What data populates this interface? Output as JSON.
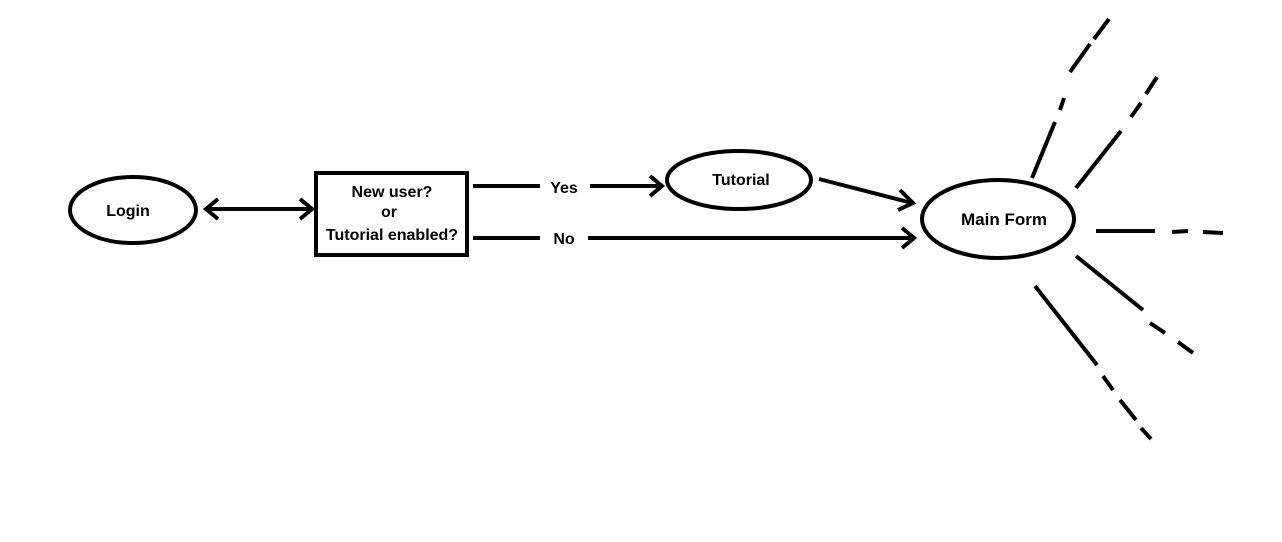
{
  "nodes": {
    "login": {
      "label": "Login"
    },
    "decision": {
      "line1": "New user?",
      "line2": "or",
      "line3": "Tutorial enabled?"
    },
    "tutorial": {
      "label": "Tutorial"
    },
    "main_form": {
      "label": "Main Form"
    }
  },
  "edges": {
    "yes": {
      "label": "Yes"
    },
    "no": {
      "label": "No"
    }
  },
  "colors": {
    "stroke": "#000000",
    "background": "#ffffff"
  }
}
